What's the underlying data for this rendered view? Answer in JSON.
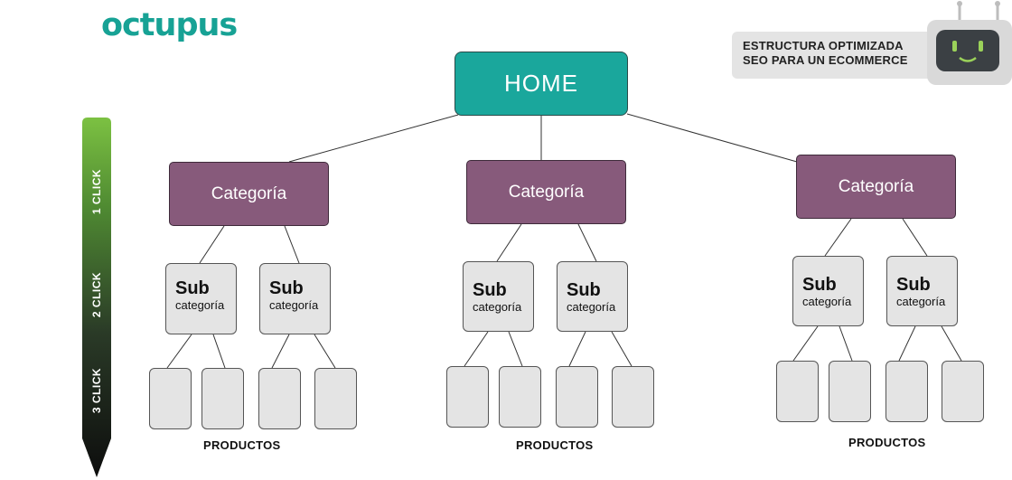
{
  "brand": {
    "logo_text": "octupus"
  },
  "badge": {
    "line1": "ESTRUCTURA OPTIMIZADA",
    "line2": "SEO PARA UN ECOMMERCE"
  },
  "robot": {
    "icon": "robot-icon"
  },
  "home": {
    "label": "HOME"
  },
  "categories": [
    {
      "label": "Categoría",
      "subs": [
        {
          "title": "Sub",
          "subtitle": "categoría"
        },
        {
          "title": "Sub",
          "subtitle": "categoría"
        }
      ],
      "products_label": "PRODUCTOS"
    },
    {
      "label": "Categoría",
      "subs": [
        {
          "title": "Sub",
          "subtitle": "categoría"
        },
        {
          "title": "Sub",
          "subtitle": "categoría"
        }
      ],
      "products_label": "PRODUCTOS"
    },
    {
      "label": "Categoría",
      "subs": [
        {
          "title": "Sub",
          "subtitle": "categoría"
        },
        {
          "title": "Sub",
          "subtitle": "categoría"
        }
      ],
      "products_label": "PRODUCTOS"
    }
  ],
  "depth_bar": {
    "levels": [
      "1 CLICK",
      "2 CLICK",
      "3 CLICK"
    ]
  },
  "colors": {
    "home": "#1aa79c",
    "category": "#875a7b",
    "box": "#e4e4e4",
    "bar_top": "#7cc142",
    "bar_bottom": "#111111"
  }
}
